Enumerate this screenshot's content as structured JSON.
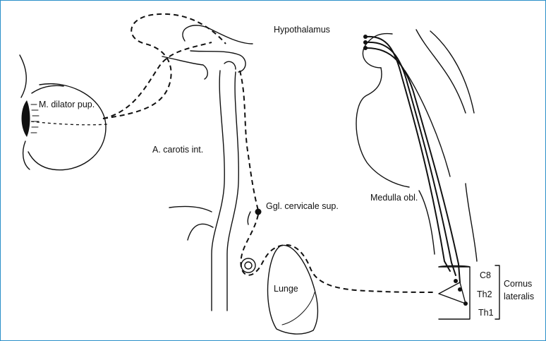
{
  "labels": {
    "hypothalamus": "Hypothalamus",
    "dilator": "M. dilator pup.",
    "carotis": "A. carotis int.",
    "ganglion": "Ggl. cervicale sup.",
    "medulla": "Medulla obl.",
    "lunge": "Lunge",
    "c8": "C8",
    "th2": "Th2",
    "th1": "Th1",
    "cornus": "Cornus",
    "lateralis": "lateralis"
  }
}
